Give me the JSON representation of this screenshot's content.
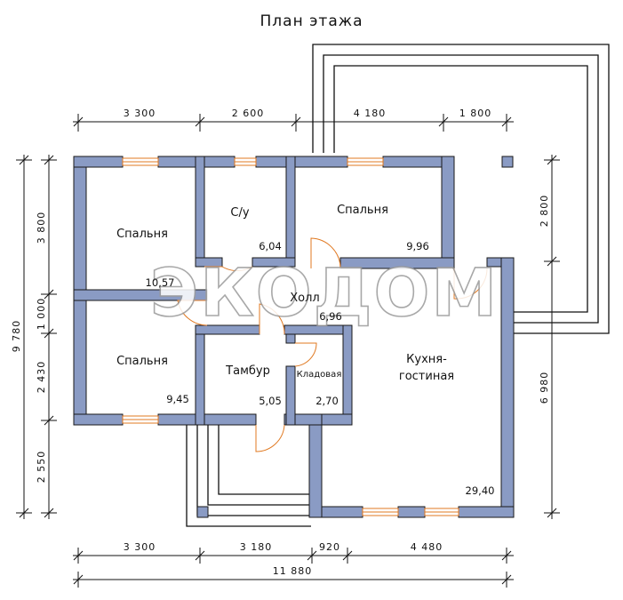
{
  "title": "План этажа",
  "watermark": "ЭКОДОМ",
  "colors": {
    "wall": "#8a9bc4",
    "wall_stroke": "#1a1a1a",
    "door": "#e07820",
    "line": "#111111"
  },
  "rooms": {
    "bedroom1": {
      "name": "Спальня",
      "area": "10,57"
    },
    "bathroom": {
      "name": "С/у",
      "area": "6,04"
    },
    "bedroom2": {
      "name": "Спальня",
      "area": "9,96"
    },
    "hall": {
      "name": "Холл",
      "area": "6,96"
    },
    "bedroom3": {
      "name": "Спальня",
      "area": "9,45"
    },
    "vestibule": {
      "name": "Тамбур",
      "area": "5,05"
    },
    "pantry": {
      "name": "Кладовая",
      "area": "2,70"
    },
    "kitchen": {
      "name_line1": "Кухня-",
      "name_line2": "гостиная",
      "area": "29,40"
    }
  },
  "dimensions": {
    "top": [
      "3 300",
      "2 600",
      "4 180",
      "1 800"
    ],
    "bottom": [
      "3 300",
      "3 180",
      "920",
      "4 480"
    ],
    "bottom_total": "11 880",
    "left_total": "9 780",
    "left": [
      "3 800",
      "1 000",
      "2 430",
      "2 550"
    ],
    "right": [
      "2 800",
      "6 980"
    ]
  }
}
